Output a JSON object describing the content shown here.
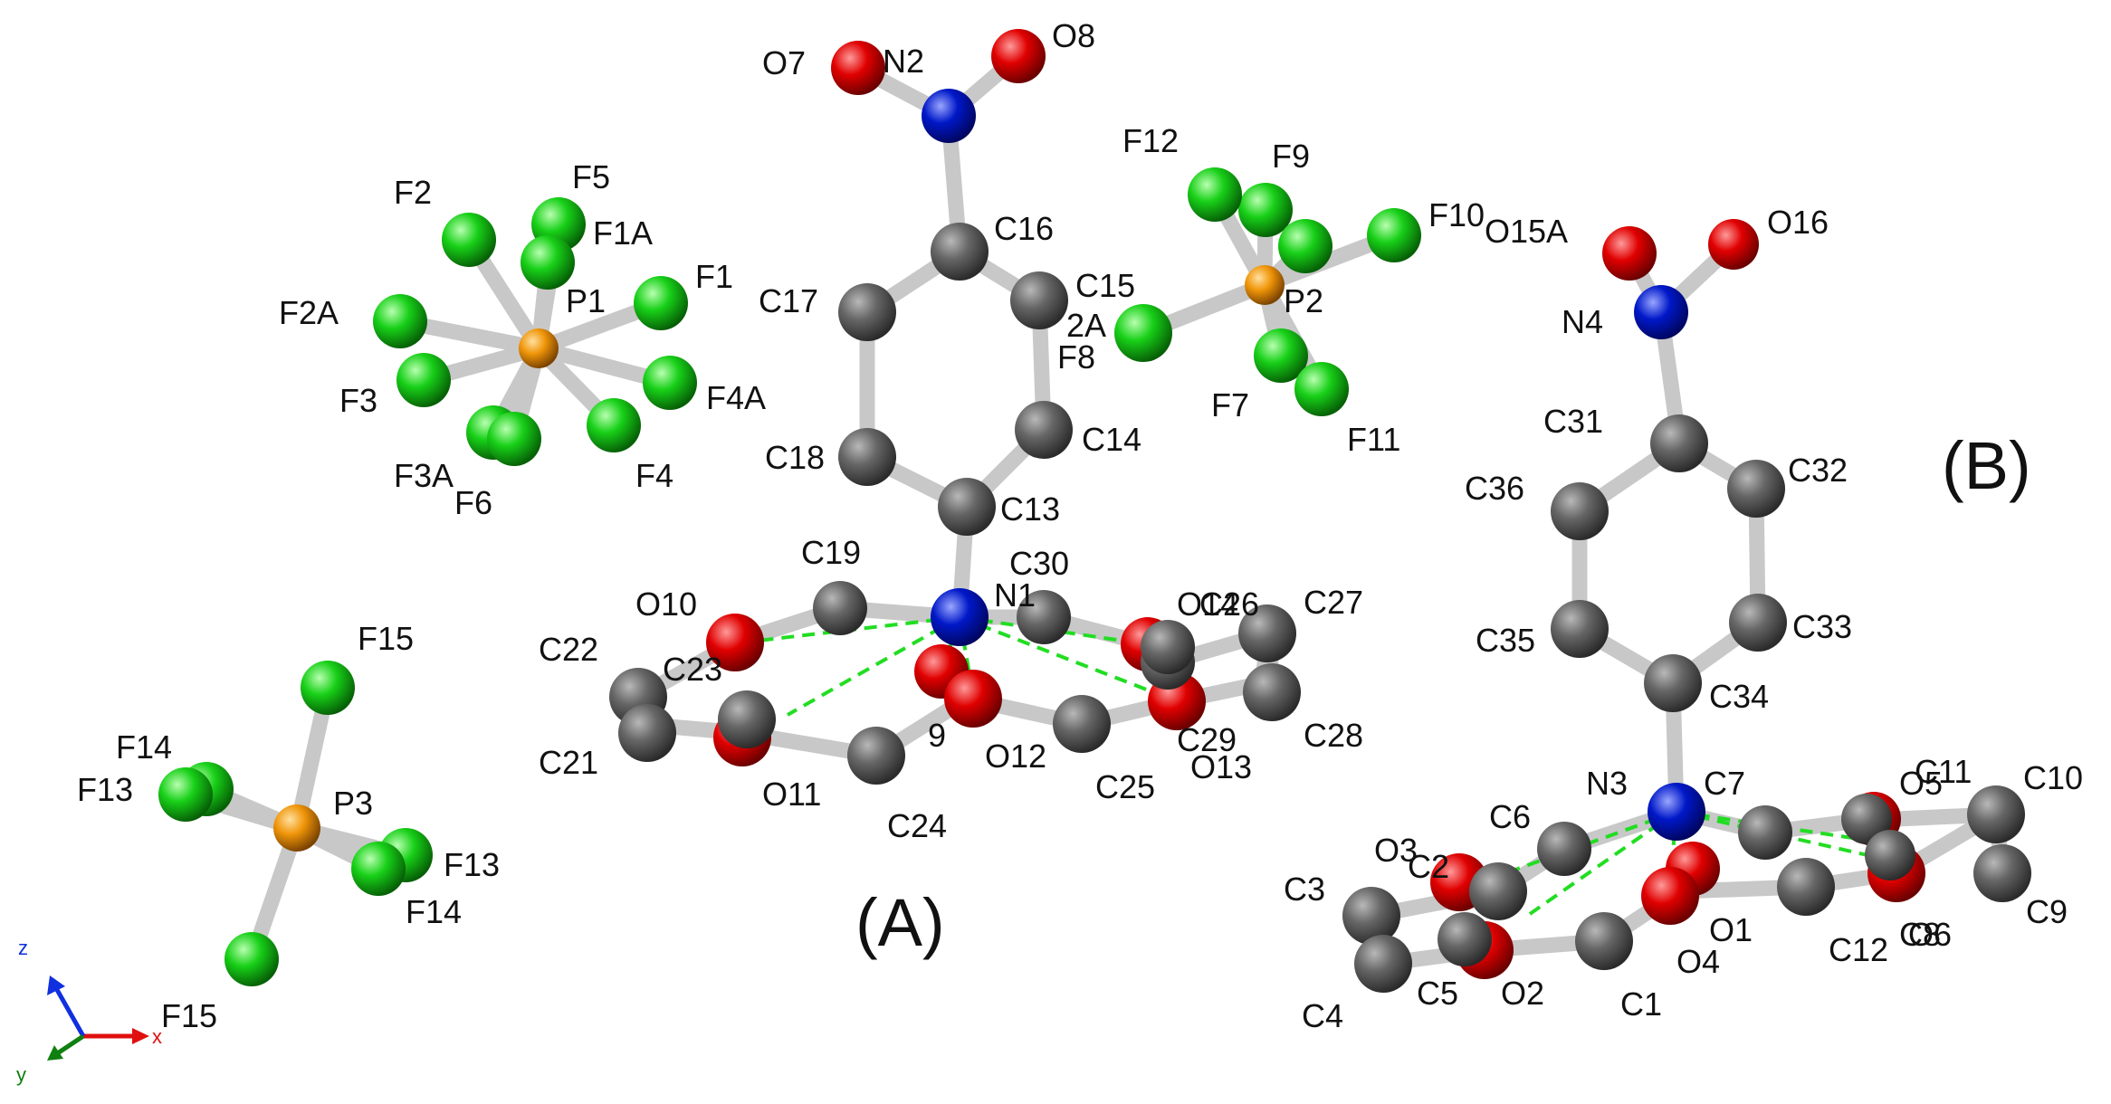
{
  "panels": {
    "a": "(A)",
    "b": "(B)"
  },
  "axes": {
    "z": "z",
    "x": "x",
    "y": "y"
  },
  "colors": {
    "carbon": "#5a5a5a",
    "oxygen": "#e00000",
    "nitrogen": "#0018c8",
    "phosphorus": "#f0960a",
    "fluorine": "#18d018",
    "bond": "#c8c8c8",
    "hbond": "#22dd22",
    "axis_x": "#e01010",
    "axis_y": "#108010",
    "axis_z": "#1030e0"
  },
  "labels": {
    "O7": "O7",
    "N2": "N2",
    "O8": "O8",
    "C16": "C16",
    "C17": "C17",
    "C15": "C15",
    "2A": "2A",
    "F8": "F8",
    "C18": "C18",
    "C14": "C14",
    "C13": "C13",
    "C19": "C19",
    "C30": "C30",
    "N1": "N1",
    "O10": "O10",
    "O14": "O14",
    "C26": "C26",
    "C27": "C27",
    "C22": "C22",
    "C23": "C23",
    "C21": "C21",
    "O9": "9",
    "O11": "O11",
    "C24": "C24",
    "O12": "O12",
    "C25": "C25",
    "C29": "C29",
    "O13": "O13",
    "C28": "C28",
    "F12": "F12",
    "F9": "F9",
    "P2": "P2",
    "F10": "F10",
    "F7": "F7",
    "F11": "F11",
    "F2": "F2",
    "F5": "F5",
    "F1A": "F1A",
    "F1": "F1",
    "F2A": "F2A",
    "P1": "P1",
    "F3": "F3",
    "F4A": "F4A",
    "F3A": "F3A",
    "F6": "F6",
    "F4": "F4",
    "F15": "F15",
    "F14": "F14",
    "F13": "F13",
    "P3": "P3",
    "F13b": "F13",
    "F14b": "F14",
    "F15b": "F15",
    "O15A": "O15A",
    "O16": "O16",
    "N4": "N4",
    "C31": "C31",
    "C32": "C32",
    "C36": "C36",
    "C33": "C33",
    "C35": "C35",
    "C34": "C34",
    "N3": "N3",
    "C7": "C7",
    "O5": "O5",
    "C11": "C11",
    "C10": "C10",
    "C6": "C6",
    "O3": "O3",
    "C2": "C2",
    "C3": "C3",
    "C12": "C12",
    "C8": "C8",
    "O6": "O6",
    "C9": "C9",
    "O1": "O1",
    "O4": "O4",
    "C5": "C5",
    "C4": "C4",
    "O2": "O2",
    "C1": "C1"
  }
}
